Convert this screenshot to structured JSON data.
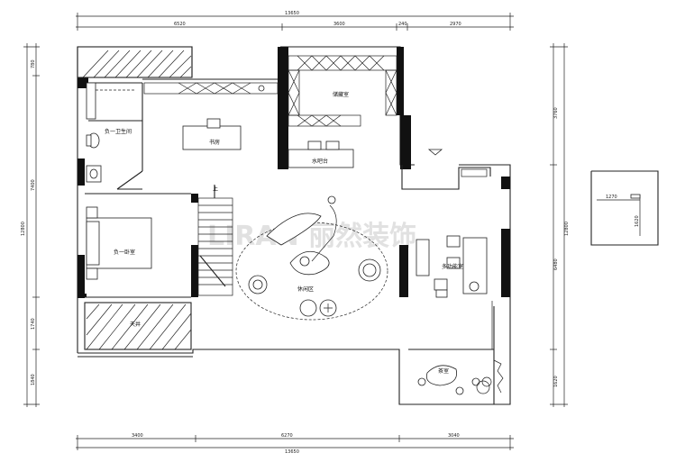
{
  "dimensions": {
    "top_total": "13650",
    "top_segments": [
      "6520",
      "3600",
      "240",
      "2970"
    ],
    "bottom_total": "13650",
    "bottom_segments": [
      "3400",
      "6270",
      "3040"
    ],
    "left_total": "12800",
    "left_segments": [
      "780",
      "7400",
      "1740",
      "1840"
    ],
    "right_total": "12800",
    "right_segments": [
      "3760",
      "6480",
      "1620"
    ],
    "inset": [
      "1270",
      "1620"
    ]
  },
  "rooms": {
    "bathroom": "负一卫生间",
    "study": "书房",
    "storage": "储藏室",
    "water_bar": "水吧台",
    "bedroom": "负一卧室",
    "lounge": "休闲区",
    "multipurpose": "多功能室",
    "tea_room": "茶室",
    "courtyard": "天井",
    "stair_up": "上"
  },
  "watermark": "LIRAN 丽然装饰"
}
